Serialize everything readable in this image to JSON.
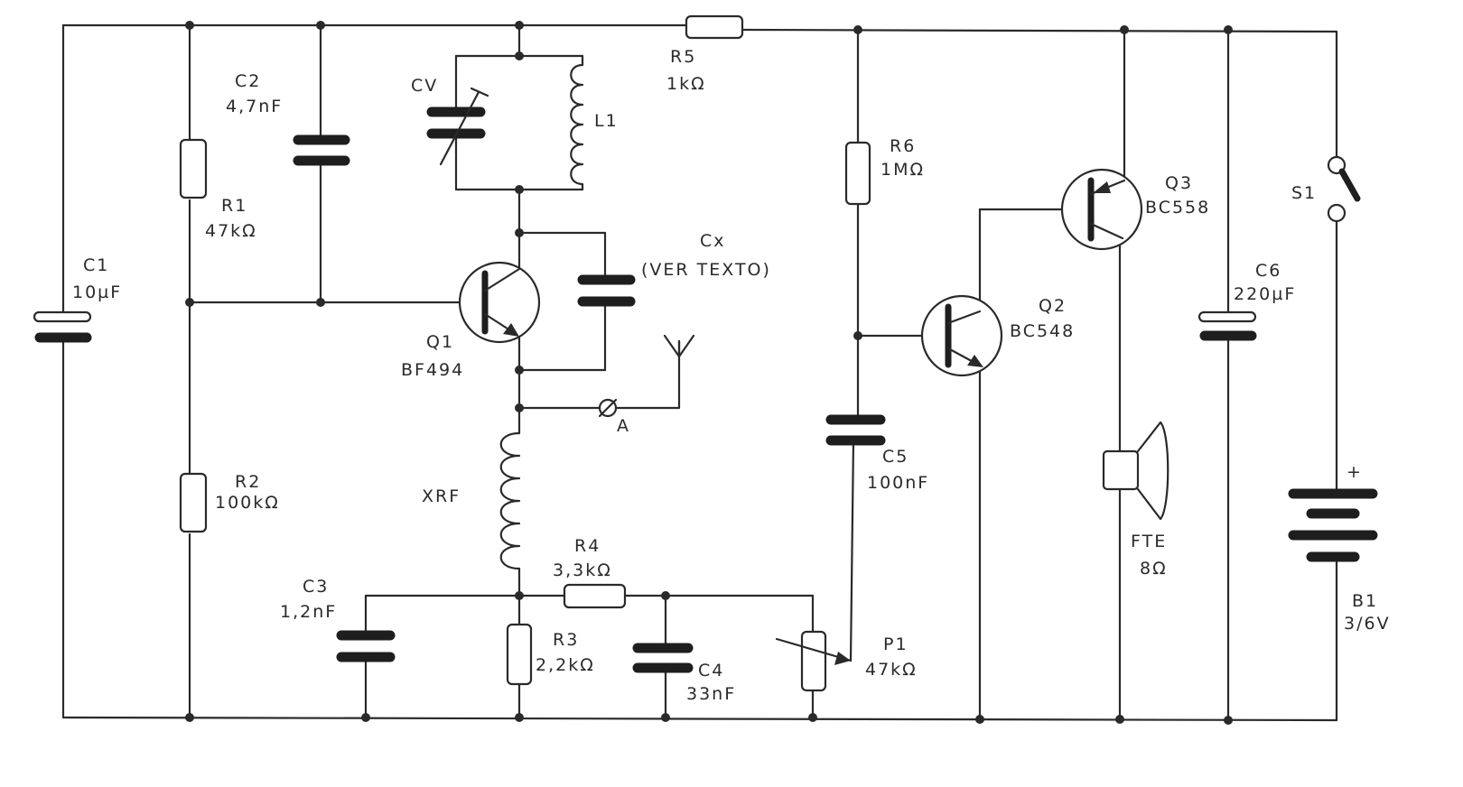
{
  "components": {
    "c1": {
      "ref": "C1",
      "value": "10µF"
    },
    "c2": {
      "ref": "C2",
      "value": "4,7nF"
    },
    "c3": {
      "ref": "C3",
      "value": "1,2nF"
    },
    "c4": {
      "ref": "C4",
      "value": "33nF"
    },
    "c5": {
      "ref": "C5",
      "value": "100nF"
    },
    "c6": {
      "ref": "C6",
      "value": "220µF"
    },
    "cv": {
      "ref": "CV"
    },
    "cx": {
      "ref": "Cx",
      "value": "(VER TEXTO)"
    },
    "l1": {
      "ref": "L1"
    },
    "xrf": {
      "ref": "XRF"
    },
    "r1": {
      "ref": "R1",
      "value": "47kΩ"
    },
    "r2": {
      "ref": "R2",
      "value": "100kΩ"
    },
    "r3": {
      "ref": "R3",
      "value": "2,2kΩ"
    },
    "r4": {
      "ref": "R4",
      "value": "3,3kΩ"
    },
    "r5": {
      "ref": "R5",
      "value": "1kΩ"
    },
    "r6": {
      "ref": "R6",
      "value": "1MΩ"
    },
    "p1": {
      "ref": "P1",
      "value": "47kΩ"
    },
    "q1": {
      "ref": "Q1",
      "value": "BF494"
    },
    "q2": {
      "ref": "Q2",
      "value": "BC548"
    },
    "q3": {
      "ref": "Q3",
      "value": "BC558"
    },
    "fte": {
      "ref": "FTE",
      "value": "8Ω"
    },
    "s1": {
      "ref": "S1"
    },
    "b1": {
      "ref": "B1",
      "value": "3/6V",
      "polarity": "+"
    },
    "point_a": {
      "ref": "A"
    }
  }
}
